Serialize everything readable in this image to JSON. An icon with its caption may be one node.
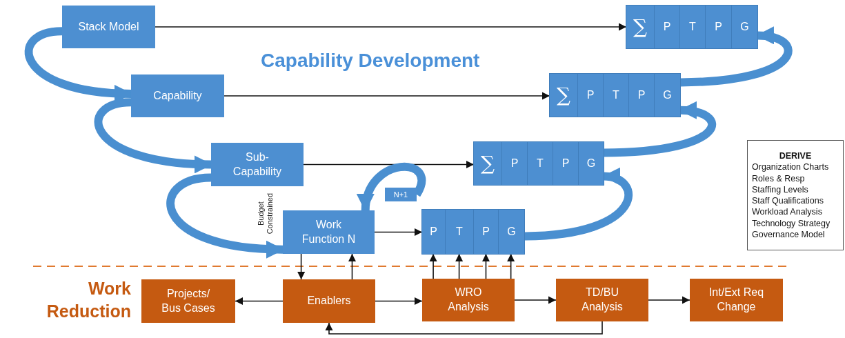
{
  "diagram": {
    "nodes": [
      {
        "text": [
          "Stack Model"
        ]
      },
      {
        "text": [],
        "shape": "box"
      },
      {
        "text": [
          "∑"
        ],
        "in": 1
      },
      {
        "text": [
          "P"
        ],
        "in": 1
      },
      {
        "text": [
          "T"
        ],
        "in": 1
      },
      {
        "text": [
          "P"
        ],
        "in": 1
      },
      {
        "text": [
          "G"
        ],
        "in": 1
      },
      {
        "text": [
          "Capability"
        ]
      },
      {
        "text": [],
        "shape": "box"
      },
      {
        "text": [
          "∑"
        ],
        "in": 8
      },
      {
        "text": [
          "P"
        ],
        "in": 8
      },
      {
        "text": [
          "T"
        ],
        "in": 8
      },
      {
        "text": [
          "P"
        ],
        "in": 8
      },
      {
        "text": [
          "G"
        ],
        "in": 8
      },
      {
        "text": [
          "Sub-Capability"
        ]
      },
      {
        "text": [],
        "shape": "box"
      },
      {
        "text": [
          "∑"
        ],
        "in": 15
      },
      {
        "text": [
          "P"
        ],
        "in": 15
      },
      {
        "text": [
          "T"
        ],
        "in": 15
      },
      {
        "text": [
          "P"
        ],
        "in": 15
      },
      {
        "text": [
          "G"
        ],
        "in": 15
      },
      {
        "text": [
          "N+1"
        ]
      },
      {
        "text": [
          "Work Function N"
        ]
      },
      {
        "text": [],
        "shape": "box"
      },
      {
        "text": [
          "P"
        ],
        "in": 23
      },
      {
        "text": [
          "T"
        ],
        "in": 23
      },
      {
        "text": [
          "P"
        ],
        "in": 23
      },
      {
        "text": [
          "G"
        ],
        "in": 23
      },
      {
        "text": [
          "Projects/ Bus Cases"
        ]
      },
      {
        "text": [
          "Enablers"
        ]
      },
      {
        "text": [
          "WRO Analysis"
        ]
      },
      {
        "text": [
          "TD/BU Analysis"
        ]
      },
      {
        "text": [
          "Int/Ext Req Change"
        ]
      },
      {
        "text": [
          "DERIVE",
          "Organization Charts",
          "Roles & Resp",
          "Staffing Levels",
          "Staff Qualifications",
          "Workload Analysis",
          "Technology Strategy",
          "Governance Model"
        ]
      }
    ],
    "edges": [
      {
        "from": 0,
        "to": 1,
        "arrow": "to"
      },
      {
        "from": 7,
        "to": 8,
        "arrow": "to"
      },
      {
        "from": 14,
        "to": 15,
        "arrow": "to"
      },
      {
        "from": 22,
        "to": 23,
        "arrow": "to"
      },
      {
        "from": 0,
        "to": 7,
        "arrow": "to",
        "style": "thick",
        "color": "#4a8fd0"
      },
      {
        "from": 7,
        "to": 14,
        "arrow": "to",
        "style": "thick",
        "color": "#4a8fd0"
      },
      {
        "from": 14,
        "to": 22,
        "arrow": "to",
        "style": "thick",
        "color": "#4a8fd0"
      },
      {
        "from": 8,
        "to": 1,
        "arrow": "to",
        "style": "thick",
        "color": "#4a8fd0"
      },
      {
        "from": 15,
        "to": 8,
        "arrow": "to",
        "style": "thick",
        "color": "#4a8fd0"
      },
      {
        "from": 23,
        "to": 15,
        "arrow": "to",
        "style": "thick",
        "color": "#4a8fd0"
      },
      {
        "from": 21,
        "to": 22,
        "arrow": "to",
        "style": "thick",
        "color": "#4a8fd0"
      },
      {
        "from": 22,
        "to": 29,
        "arrow": "to"
      },
      {
        "from": 29,
        "to": 22,
        "arrow": "to"
      },
      {
        "from": 30,
        "to": 24,
        "arrow": "to"
      },
      {
        "from": 30,
        "to": 25,
        "arrow": "to"
      },
      {
        "from": 30,
        "to": 26,
        "arrow": "to"
      },
      {
        "from": 30,
        "to": 27,
        "arrow": "to"
      },
      {
        "from": 29,
        "to": 28,
        "arrow": "to"
      },
      {
        "from": 29,
        "to": 30,
        "arrow": "to"
      },
      {
        "from": 30,
        "to": 31,
        "arrow": "to"
      },
      {
        "from": 31,
        "to": 32,
        "arrow": "to"
      },
      {
        "from": 31,
        "to": 29,
        "arrow": "to"
      }
    ],
    "labels": [
      "Capability Development",
      "Budget Constrained",
      "Work Reduction"
    ]
  }
}
